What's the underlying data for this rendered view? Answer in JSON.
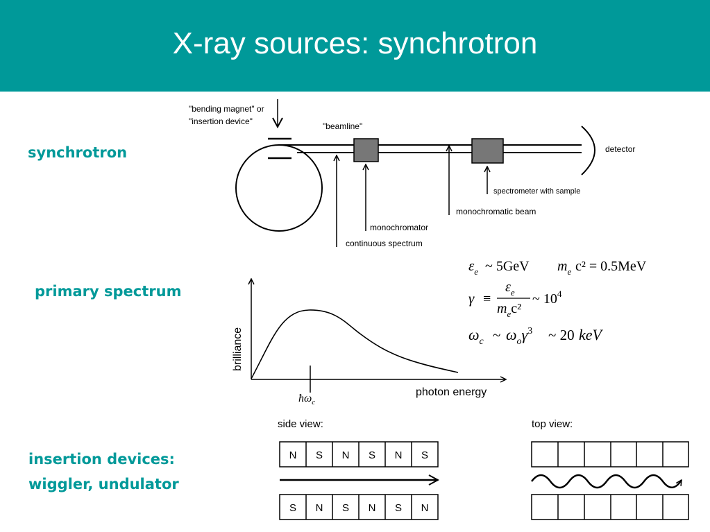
{
  "title": "X-ray sources: synchrotron",
  "colors": {
    "accent": "#009999",
    "device": "#777777"
  },
  "sections": {
    "synchrotron": "synchrotron",
    "primary_spectrum": "primary spectrum",
    "insertion_line1": "insertion devices:",
    "insertion_line2": "wiggler, undulator"
  },
  "diagram": {
    "magnet_label_1": "\"bending magnet\" or",
    "magnet_label_2": "\"insertion device\"",
    "beamline": "\"beamline\"",
    "detector": "detector",
    "spectrometer": "spectrometer with sample",
    "mono_beam": "monochromatic beam",
    "monochromator": "monochromator",
    "continuous": "continuous spectrum"
  },
  "equations": {
    "eq1_energy": "ε",
    "eq1_energy_sub": "e",
    "eq1_value": "~ 5GeV",
    "eq1_mass": "m",
    "eq1_mass_sub": "e",
    "eq1_c": "c² = 0.5MeV",
    "eq2_gamma": "γ",
    "eq2_equiv": "≡",
    "eq2_num": "ε",
    "eq2_num_sub": "e",
    "eq2_den": "m",
    "eq2_den_sub": "e",
    "eq2_den_c": "c²",
    "eq2_approx": "~ 10",
    "eq2_exp": "4",
    "eq3_omega": "ω",
    "eq3_sub": "c",
    "eq3_tilde": "~",
    "eq3_omega0": "ω",
    "eq3_omega0_sub": "o",
    "eq3_gamma": "γ",
    "eq3_exp": "3",
    "eq3_value": "~ 20",
    "eq3_unit": "keV"
  },
  "spectrum_plot": {
    "ylabel": "brilliance",
    "xlabel": "photon energy",
    "tick_symbol": "ħω",
    "tick_sub": "c"
  },
  "insertion": {
    "side_view": "side view:",
    "top_view": "top view:",
    "top_row": [
      "N",
      "S",
      "N",
      "S",
      "N",
      "S"
    ],
    "bottom_row": [
      "S",
      "N",
      "S",
      "N",
      "S",
      "N"
    ]
  }
}
